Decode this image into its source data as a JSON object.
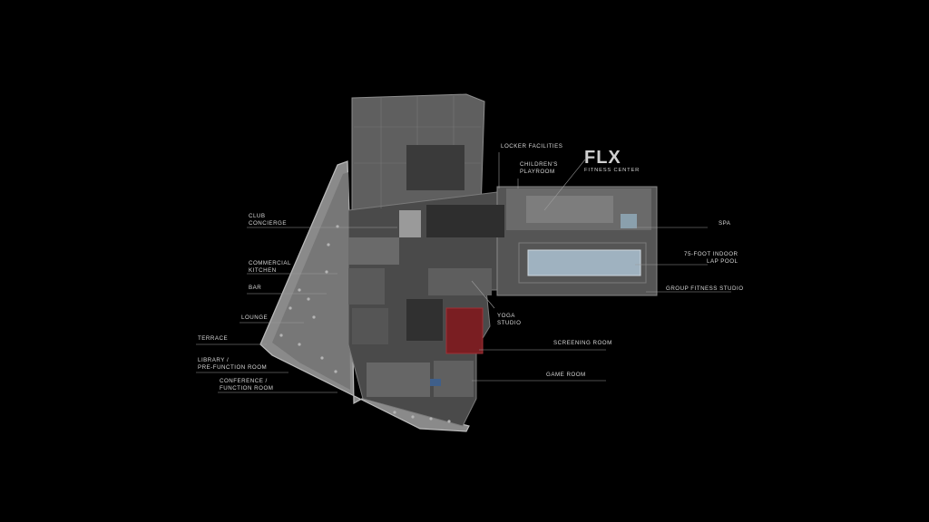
{
  "brand": {
    "logo": "FLX",
    "subtitle": "FITNESS CENTER"
  },
  "colors": {
    "background": "#000000",
    "highlight": "#7a1e22",
    "pool": "#9fb2c0",
    "label": "#d8d8d8"
  },
  "labels": {
    "club_concierge": [
      "CLUB",
      "CONCIERGE"
    ],
    "commercial_kitchen": [
      "COMMERCIAL",
      "KITCHEN"
    ],
    "bar": [
      "BAR"
    ],
    "lounge": [
      "LOUNGE"
    ],
    "terrace": [
      "TERRACE"
    ],
    "library": [
      "LIBRARY /",
      "PRE-FUNCTION ROOM"
    ],
    "conference": [
      "CONFERENCE /",
      "FUNCTION ROOM"
    ],
    "locker": [
      "LOCKER FACILITIES"
    ],
    "childrens": [
      "CHILDREN'S",
      "PLAYROOM"
    ],
    "spa": [
      "SPA"
    ],
    "pool": [
      "75-FOOT INDOOR",
      "LAP POOL"
    ],
    "group_fitness": [
      "GROUP FITNESS STUDIO"
    ],
    "yoga": [
      "YOGA",
      "STUDIO"
    ],
    "screening": [
      "SCREENING ROOM"
    ],
    "game": [
      "GAME ROOM"
    ]
  }
}
